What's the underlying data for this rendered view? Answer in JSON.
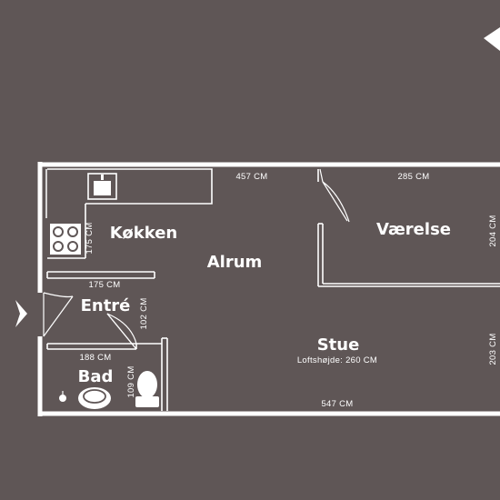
{
  "rooms": {
    "kitchen": "Køkken",
    "alrum": "Alrum",
    "vaerelse": "Værelse",
    "entre": "Entré",
    "stue": "Stue",
    "bad": "Bad"
  },
  "ceiling_height": "Loftshøjde: 260 CM",
  "dimensions": {
    "alrum_width": "457 CM",
    "vaerelse_width": "285 CM",
    "vaerelse_depth": "204 CM",
    "kitchen_depth": "175 CM",
    "entre_width": "175 CM",
    "entre_depth": "102 CM",
    "bad_width": "188 CM",
    "bad_depth": "109 CM",
    "stue_depth": "203 CM",
    "total_width": "547 CM"
  },
  "colors": {
    "background": "#5f5656",
    "walls": "#ffffff"
  },
  "icons": {
    "compass": "north-arrow-icon",
    "entrance": "entrance-chevron-icon",
    "sink": "kitchen-sink-icon",
    "stove": "stove-icon",
    "toilet": "toilet-icon",
    "washbasin": "washbasin-icon",
    "drain": "floor-drain-icon"
  }
}
